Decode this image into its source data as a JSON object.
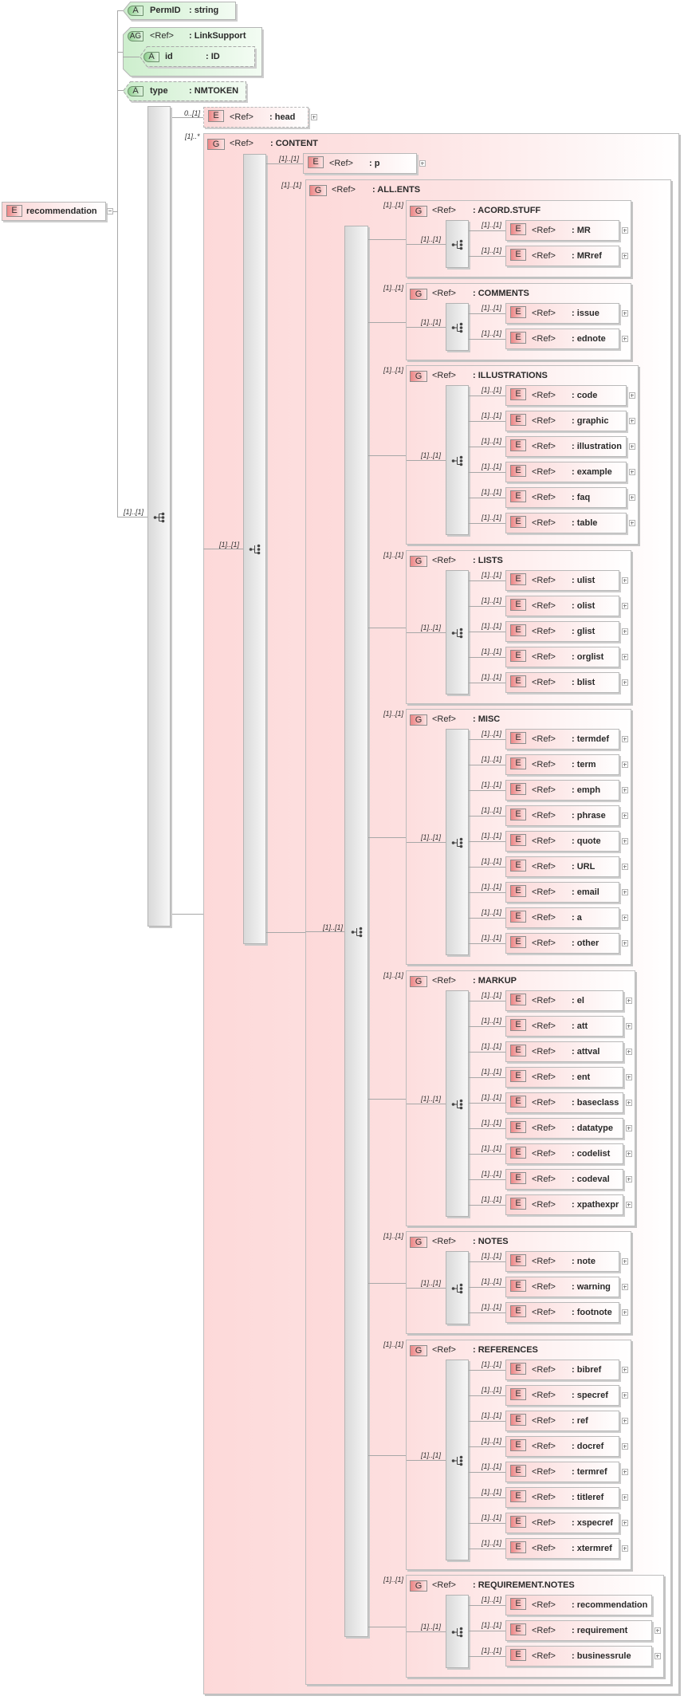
{
  "diagram": {
    "root": {
      "badge": "E",
      "name": "recommendation"
    },
    "attributes": {
      "permid": {
        "badge": "A",
        "name": "PermID",
        "type": ": string"
      },
      "link_support": {
        "badge": "AG",
        "ref": "<Ref>",
        "type": ": LinkSupport",
        "id": {
          "badge": "A",
          "name": "id",
          "type": ": ID"
        }
      },
      "type": {
        "badge": "A",
        "name": "type",
        "type": ": NMTOKEN"
      }
    },
    "sequence": {
      "cardinality": "[1]..[1]"
    },
    "head": {
      "cardinality": "0..[1]",
      "badge": "E",
      "ref": "<Ref>",
      "name": ": head"
    },
    "content": {
      "cardinality": "[1]..*",
      "badge": "G",
      "ref": "<Ref>",
      "name": ": CONTENT",
      "compositor_cardinality": "[1]..[1]",
      "p": {
        "cardinality": "[1]..[1]",
        "badge": "E",
        "ref": "<Ref>",
        "name": ": p"
      },
      "all_ents": {
        "cardinality": "[1]..[1]",
        "badge": "G",
        "ref": "<Ref>",
        "name": ": ALL.ENTS",
        "compositor_cardinality": "[1]..[1]"
      }
    }
  },
  "icons": {
    "expand": "expand-icon",
    "collapse": "collapse-icon",
    "sequence": "sequence-compositor-icon",
    "choice": "choice-compositor-icon"
  },
  "groups": [
    {
      "cardinality": "[1]..[1]",
      "badge": "G",
      "ref": "<Ref>",
      "name": ": ACORD.STUFF",
      "compositor_cardinality": "[1]..[1]",
      "items": [
        {
          "cardinality": "[1]..[1]",
          "badge": "E",
          "ref": "<Ref>",
          "name": ": MR",
          "expandable": true
        },
        {
          "cardinality": "[1]..[1]",
          "badge": "E",
          "ref": "<Ref>",
          "name": ": MRref",
          "expandable": true
        }
      ]
    },
    {
      "cardinality": "[1]..[1]",
      "badge": "G",
      "ref": "<Ref>",
      "name": ": COMMENTS",
      "compositor_cardinality": "[1]..[1]",
      "items": [
        {
          "cardinality": "[1]..[1]",
          "badge": "E",
          "ref": "<Ref>",
          "name": ": issue",
          "expandable": true
        },
        {
          "cardinality": "[1]..[1]",
          "badge": "E",
          "ref": "<Ref>",
          "name": ": ednote",
          "expandable": true
        }
      ]
    },
    {
      "cardinality": "[1]..[1]",
      "badge": "G",
      "ref": "<Ref>",
      "name": ": ILLUSTRATIONS",
      "compositor_cardinality": "[1]..[1]",
      "items": [
        {
          "cardinality": "[1]..[1]",
          "badge": "E",
          "ref": "<Ref>",
          "name": ": code",
          "expandable": true
        },
        {
          "cardinality": "[1]..[1]",
          "badge": "E",
          "ref": "<Ref>",
          "name": ": graphic",
          "expandable": true
        },
        {
          "cardinality": "[1]..[1]",
          "badge": "E",
          "ref": "<Ref>",
          "name": ": illustration",
          "expandable": true
        },
        {
          "cardinality": "[1]..[1]",
          "badge": "E",
          "ref": "<Ref>",
          "name": ": example",
          "expandable": true
        },
        {
          "cardinality": "[1]..[1]",
          "badge": "E",
          "ref": "<Ref>",
          "name": ": faq",
          "expandable": true
        },
        {
          "cardinality": "[1]..[1]",
          "badge": "E",
          "ref": "<Ref>",
          "name": ": table",
          "expandable": true
        }
      ]
    },
    {
      "cardinality": "[1]..[1]",
      "badge": "G",
      "ref": "<Ref>",
      "name": ": LISTS",
      "compositor_cardinality": "[1]..[1]",
      "items": [
        {
          "cardinality": "[1]..[1]",
          "badge": "E",
          "ref": "<Ref>",
          "name": ": ulist",
          "expandable": true
        },
        {
          "cardinality": "[1]..[1]",
          "badge": "E",
          "ref": "<Ref>",
          "name": ": olist",
          "expandable": true
        },
        {
          "cardinality": "[1]..[1]",
          "badge": "E",
          "ref": "<Ref>",
          "name": ": glist",
          "expandable": true
        },
        {
          "cardinality": "[1]..[1]",
          "badge": "E",
          "ref": "<Ref>",
          "name": ": orglist",
          "expandable": true
        },
        {
          "cardinality": "[1]..[1]",
          "badge": "E",
          "ref": "<Ref>",
          "name": ": blist",
          "expandable": true
        }
      ]
    },
    {
      "cardinality": "[1]..[1]",
      "badge": "G",
      "ref": "<Ref>",
      "name": ": MISC",
      "compositor_cardinality": "[1]..[1]",
      "items": [
        {
          "cardinality": "[1]..[1]",
          "badge": "E",
          "ref": "<Ref>",
          "name": ": termdef",
          "expandable": true
        },
        {
          "cardinality": "[1]..[1]",
          "badge": "E",
          "ref": "<Ref>",
          "name": ": term",
          "expandable": true
        },
        {
          "cardinality": "[1]..[1]",
          "badge": "E",
          "ref": "<Ref>",
          "name": ": emph",
          "expandable": true
        },
        {
          "cardinality": "[1]..[1]",
          "badge": "E",
          "ref": "<Ref>",
          "name": ": phrase",
          "expandable": true
        },
        {
          "cardinality": "[1]..[1]",
          "badge": "E",
          "ref": "<Ref>",
          "name": ": quote",
          "expandable": true
        },
        {
          "cardinality": "[1]..[1]",
          "badge": "E",
          "ref": "<Ref>",
          "name": ": URL",
          "expandable": true
        },
        {
          "cardinality": "[1]..[1]",
          "badge": "E",
          "ref": "<Ref>",
          "name": ": email",
          "expandable": true
        },
        {
          "cardinality": "[1]..[1]",
          "badge": "E",
          "ref": "<Ref>",
          "name": ": a",
          "expandable": true
        },
        {
          "cardinality": "[1]..[1]",
          "badge": "E",
          "ref": "<Ref>",
          "name": ": other",
          "expandable": true
        }
      ]
    },
    {
      "cardinality": "[1]..[1]",
      "badge": "G",
      "ref": "<Ref>",
      "name": ": MARKUP",
      "compositor_cardinality": "[1]..[1]",
      "items": [
        {
          "cardinality": "[1]..[1]",
          "badge": "E",
          "ref": "<Ref>",
          "name": ": el",
          "expandable": true
        },
        {
          "cardinality": "[1]..[1]",
          "badge": "E",
          "ref": "<Ref>",
          "name": ": att",
          "expandable": true
        },
        {
          "cardinality": "[1]..[1]",
          "badge": "E",
          "ref": "<Ref>",
          "name": ": attval",
          "expandable": true
        },
        {
          "cardinality": "[1]..[1]",
          "badge": "E",
          "ref": "<Ref>",
          "name": ": ent",
          "expandable": true
        },
        {
          "cardinality": "[1]..[1]",
          "badge": "E",
          "ref": "<Ref>",
          "name": ": baseclass",
          "expandable": true
        },
        {
          "cardinality": "[1]..[1]",
          "badge": "E",
          "ref": "<Ref>",
          "name": ": datatype",
          "expandable": true
        },
        {
          "cardinality": "[1]..[1]",
          "badge": "E",
          "ref": "<Ref>",
          "name": ": codelist",
          "expandable": true
        },
        {
          "cardinality": "[1]..[1]",
          "badge": "E",
          "ref": "<Ref>",
          "name": ": codeval",
          "expandable": true
        },
        {
          "cardinality": "[1]..[1]",
          "badge": "E",
          "ref": "<Ref>",
          "name": ": xpathexpr",
          "expandable": true
        }
      ]
    },
    {
      "cardinality": "[1]..[1]",
      "badge": "G",
      "ref": "<Ref>",
      "name": ": NOTES",
      "compositor_cardinality": "[1]..[1]",
      "items": [
        {
          "cardinality": "[1]..[1]",
          "badge": "E",
          "ref": "<Ref>",
          "name": ": note",
          "expandable": true
        },
        {
          "cardinality": "[1]..[1]",
          "badge": "E",
          "ref": "<Ref>",
          "name": ": warning",
          "expandable": true
        },
        {
          "cardinality": "[1]..[1]",
          "badge": "E",
          "ref": "<Ref>",
          "name": ": footnote",
          "expandable": true
        }
      ]
    },
    {
      "cardinality": "[1]..[1]",
      "badge": "G",
      "ref": "<Ref>",
      "name": ": REFERENCES",
      "compositor_cardinality": "[1]..[1]",
      "items": [
        {
          "cardinality": "[1]..[1]",
          "badge": "E",
          "ref": "<Ref>",
          "name": ": bibref",
          "expandable": true
        },
        {
          "cardinality": "[1]..[1]",
          "badge": "E",
          "ref": "<Ref>",
          "name": ": specref",
          "expandable": true
        },
        {
          "cardinality": "[1]..[1]",
          "badge": "E",
          "ref": "<Ref>",
          "name": ": ref",
          "expandable": true
        },
        {
          "cardinality": "[1]..[1]",
          "badge": "E",
          "ref": "<Ref>",
          "name": ": docref",
          "expandable": true
        },
        {
          "cardinality": "[1]..[1]",
          "badge": "E",
          "ref": "<Ref>",
          "name": ": termref",
          "expandable": true
        },
        {
          "cardinality": "[1]..[1]",
          "badge": "E",
          "ref": "<Ref>",
          "name": ": titleref",
          "expandable": true
        },
        {
          "cardinality": "[1]..[1]",
          "badge": "E",
          "ref": "<Ref>",
          "name": ": xspecref",
          "expandable": true
        },
        {
          "cardinality": "[1]..[1]",
          "badge": "E",
          "ref": "<Ref>",
          "name": ": xtermref",
          "expandable": true
        }
      ]
    },
    {
      "cardinality": "[1]..[1]",
      "badge": "G",
      "ref": "<Ref>",
      "name": ": REQUIREMENT.NOTES",
      "compositor_cardinality": "[1]..[1]",
      "items": [
        {
          "cardinality": "[1]..[1]",
          "badge": "E",
          "ref": "<Ref>",
          "name": ": recommendation",
          "expandable": false
        },
        {
          "cardinality": "[1]..[1]",
          "badge": "E",
          "ref": "<Ref>",
          "name": ": requirement",
          "expandable": true
        },
        {
          "cardinality": "[1]..[1]",
          "badge": "E",
          "ref": "<Ref>",
          "name": ": businessrule",
          "expandable": true
        }
      ]
    }
  ]
}
